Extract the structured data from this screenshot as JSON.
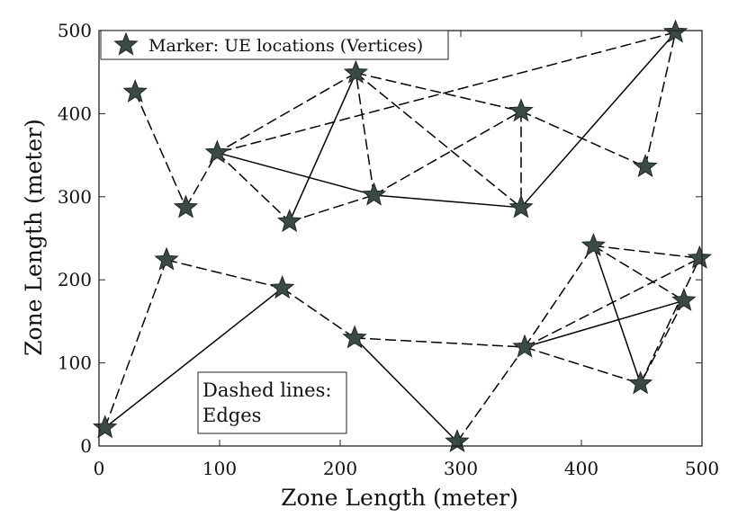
{
  "chart_data": {
    "type": "scatter",
    "xlabel": "Zone Length (meter)",
    "ylabel": "Zone Length (meter)",
    "xlim": [
      0,
      500
    ],
    "ylim": [
      0,
      500
    ],
    "xticks": [
      "0",
      "100",
      "200",
      "300",
      "400",
      "500"
    ],
    "yticks": [
      "0",
      "100",
      "200",
      "300",
      "400",
      "500"
    ],
    "grid": false,
    "legend": {
      "label": "Marker: UE locations (Vertices)",
      "placement": "top-left"
    },
    "note": [
      "Dashed lines:",
      "Edges"
    ],
    "colors": {
      "marker_fill": "#3c4a44",
      "marker_edge": "#1e2622",
      "line": "#000000"
    },
    "vertices": [
      [
        30,
        426
      ],
      [
        72,
        287
      ],
      [
        98,
        353
      ],
      [
        158,
        270
      ],
      [
        213,
        449
      ],
      [
        228,
        302
      ],
      [
        350,
        403
      ],
      [
        350,
        287
      ],
      [
        453,
        336
      ],
      [
        478,
        498
      ],
      [
        5,
        22
      ],
      [
        56,
        224
      ],
      [
        152,
        190
      ],
      [
        212,
        130
      ],
      [
        297,
        5
      ],
      [
        353,
        119
      ],
      [
        410,
        241
      ],
      [
        449,
        75
      ],
      [
        485,
        175
      ],
      [
        498,
        226
      ]
    ],
    "edges_dashed": [
      [
        0,
        1
      ],
      [
        1,
        2
      ],
      [
        2,
        3
      ],
      [
        3,
        5
      ],
      [
        5,
        4
      ],
      [
        4,
        2
      ],
      [
        4,
        6
      ],
      [
        4,
        7
      ],
      [
        5,
        6
      ],
      [
        6,
        7
      ],
      [
        6,
        8
      ],
      [
        8,
        9
      ],
      [
        9,
        2
      ],
      [
        10,
        11
      ],
      [
        11,
        12
      ],
      [
        12,
        13
      ],
      [
        13,
        15
      ],
      [
        14,
        15
      ],
      [
        15,
        16
      ],
      [
        15,
        17
      ],
      [
        15,
        19
      ],
      [
        16,
        18
      ],
      [
        16,
        19
      ],
      [
        17,
        19
      ],
      [
        18,
        17
      ]
    ],
    "edges_solid": [
      [
        2,
        5
      ],
      [
        5,
        7
      ],
      [
        3,
        4
      ],
      [
        7,
        9
      ],
      [
        10,
        12
      ],
      [
        13,
        14
      ],
      [
        16,
        17
      ],
      [
        15,
        18
      ]
    ]
  }
}
